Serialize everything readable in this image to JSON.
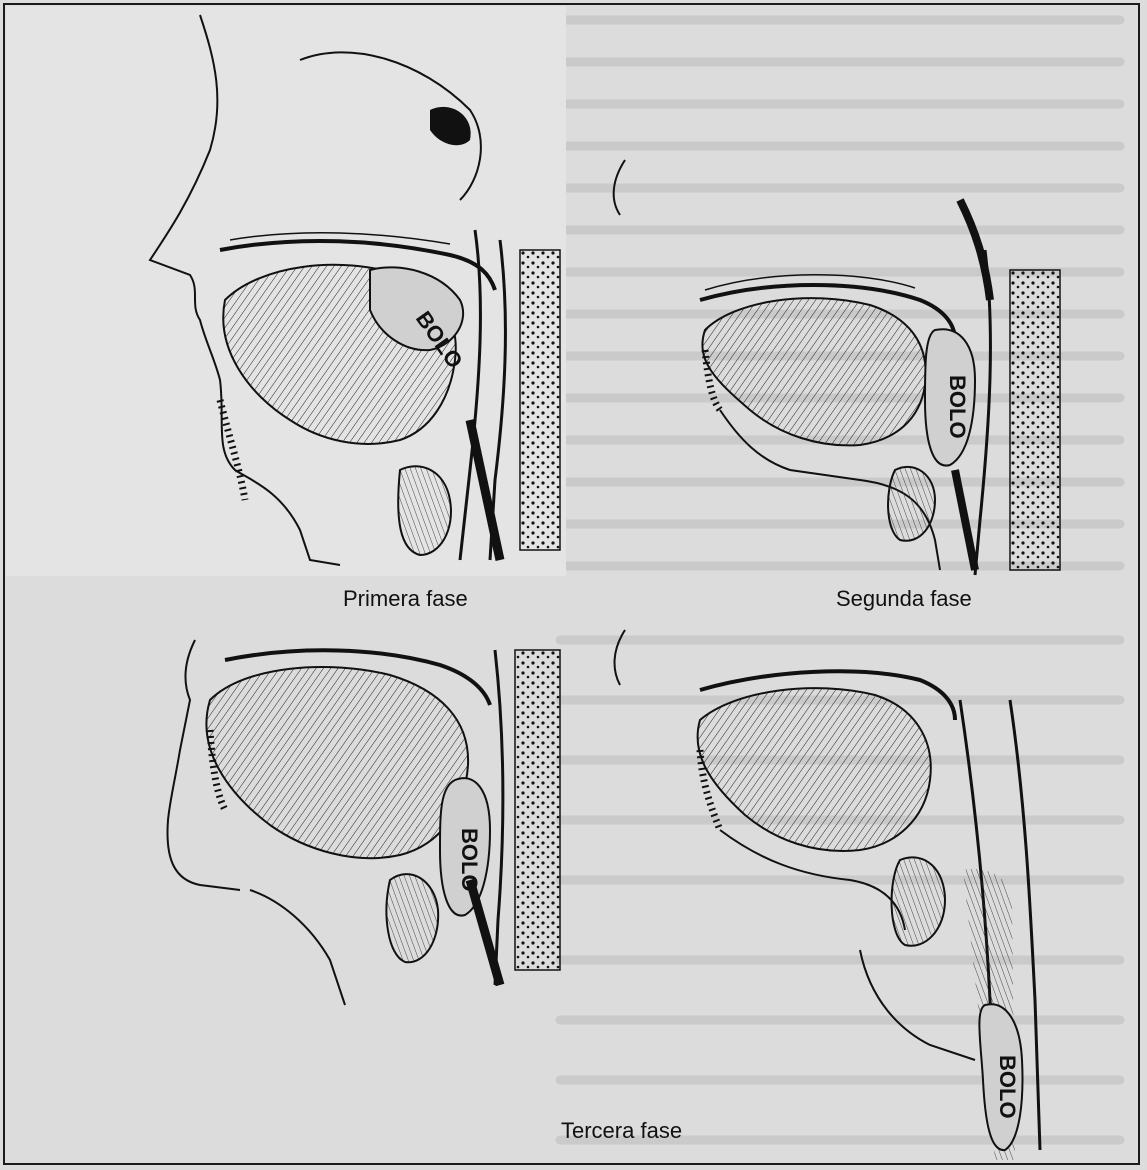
{
  "figure": {
    "phases": [
      {
        "id": "primera",
        "caption": "Primera fase",
        "bolus_label": "BOLO"
      },
      {
        "id": "segunda",
        "caption": "Segunda fase",
        "bolus_label": "BOLO"
      },
      {
        "id": "tercera-a",
        "caption": "",
        "bolus_label": "BOLO"
      },
      {
        "id": "tercera-b",
        "caption": "",
        "bolus_label": "BOLO"
      }
    ],
    "shared_caption": "Tercera fase"
  },
  "colors": {
    "background": "#dcdcdc",
    "ink": "#111111",
    "frame": "#1a1a1a"
  }
}
